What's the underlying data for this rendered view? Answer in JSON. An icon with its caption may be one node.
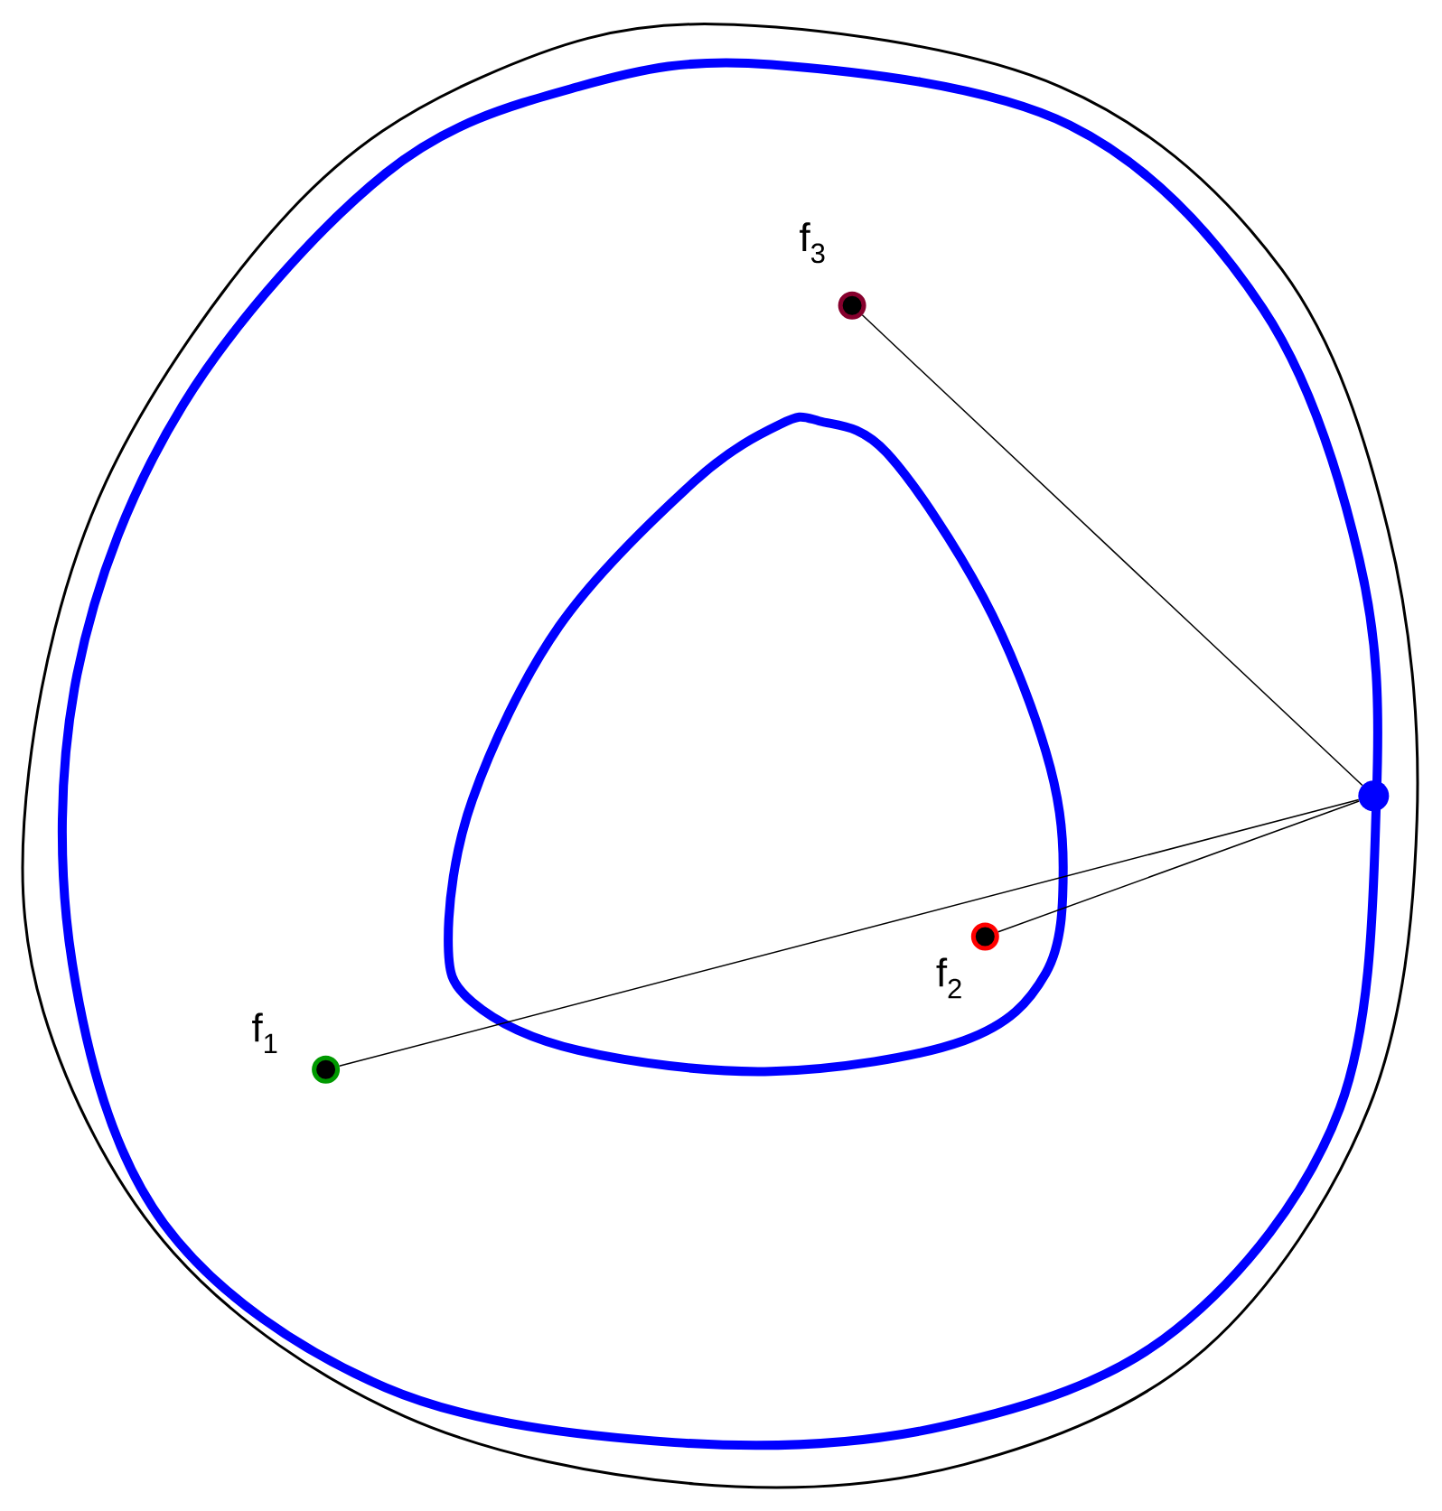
{
  "diagram": {
    "nodes": [
      {
        "text": [],
        "shape": "circle",
        "beside": [
          "f$_{1}$"
        ]
      },
      {
        "text": [],
        "shape": "circle",
        "beside": [
          "f$_{2}$"
        ]
      },
      {
        "text": [],
        "shape": "circle",
        "beside": [
          "f$_{3}$"
        ]
      },
      {
        "text": [],
        "shape": "circle"
      }
    ],
    "edges": [
      {
        "from": 3,
        "to": 0,
        "arrow": "none"
      },
      {
        "from": 3,
        "to": 1,
        "arrow": "none"
      },
      {
        "from": 3,
        "to": 2,
        "arrow": "none"
      }
    ]
  }
}
